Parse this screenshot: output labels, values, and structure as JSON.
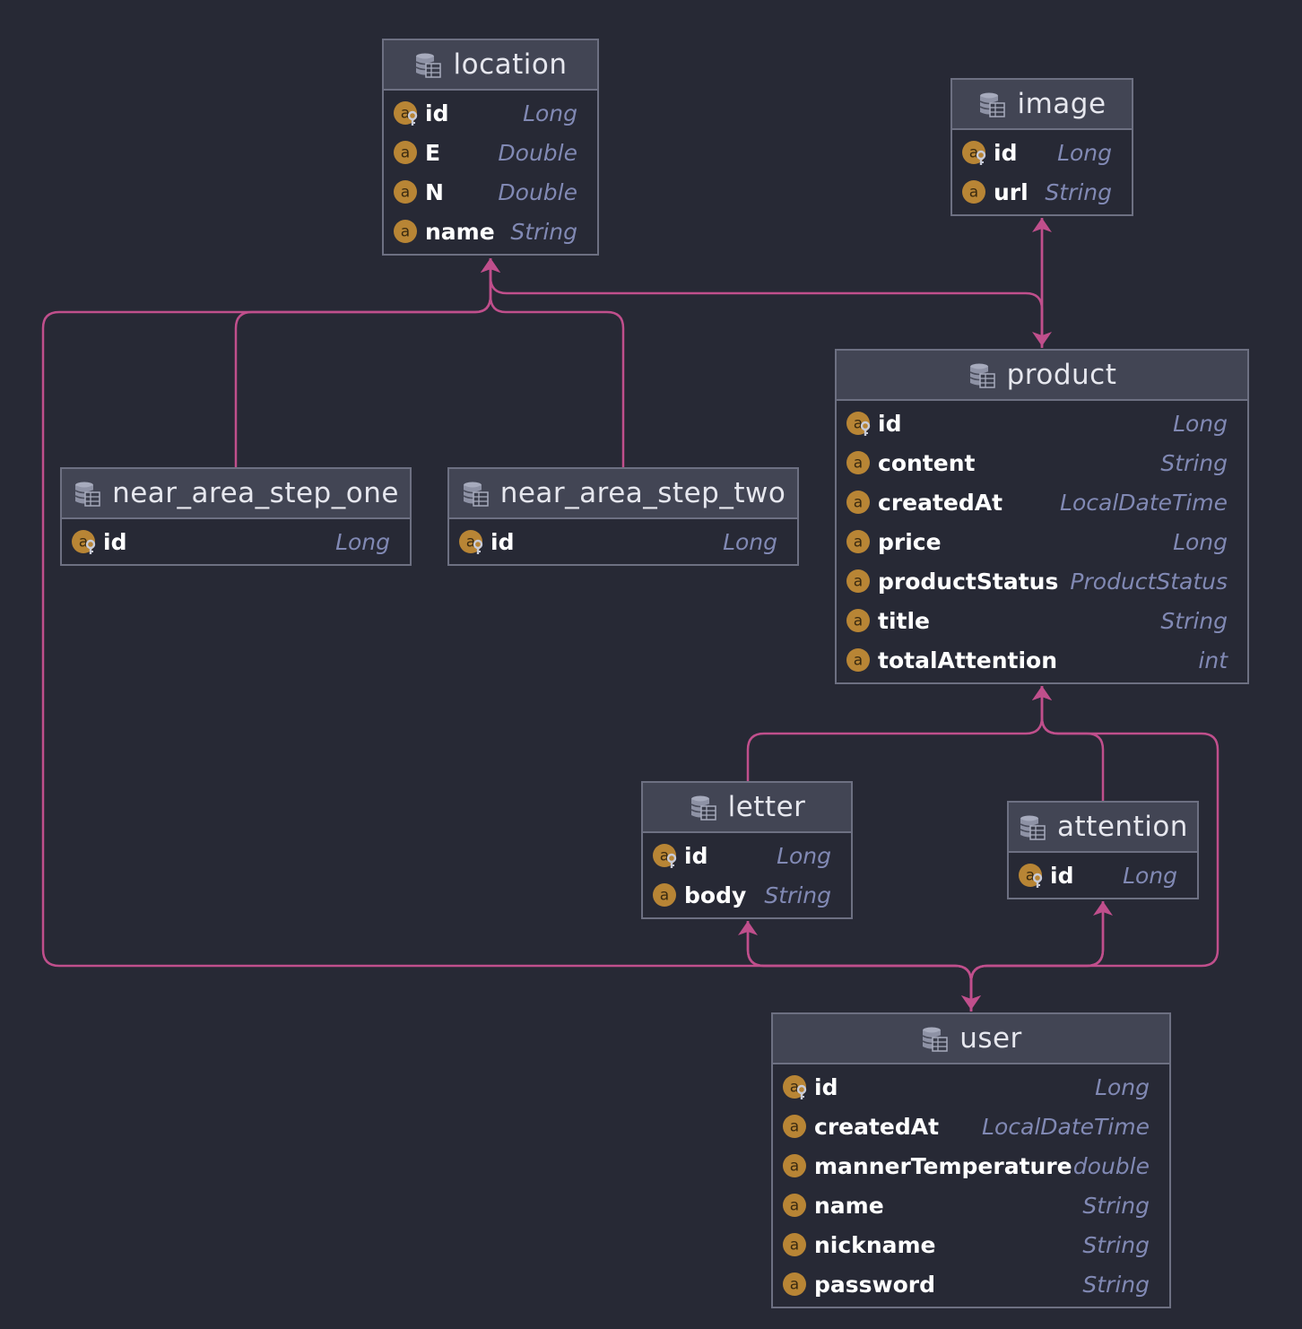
{
  "colors": {
    "background": "#272935",
    "header": "#424554",
    "border": "#6d7082",
    "relation": "#c04f8c",
    "attribute_badge": "#b88535",
    "type_text": "#8189b4",
    "field_text": "#ffffff"
  },
  "icons": {
    "entity": "database-table-icon",
    "attribute": "attribute-icon",
    "primary_key": "primary-key-icon"
  },
  "entities": {
    "location": {
      "title": "location",
      "fields": [
        {
          "name": "id",
          "type": "Long",
          "key": true
        },
        {
          "name": "E",
          "type": "Double",
          "key": false
        },
        {
          "name": "N",
          "type": "Double",
          "key": false
        },
        {
          "name": "name",
          "type": "String",
          "key": false
        }
      ]
    },
    "image": {
      "title": "image",
      "fields": [
        {
          "name": "id",
          "type": "Long",
          "key": true
        },
        {
          "name": "url",
          "type": "String",
          "key": false
        }
      ]
    },
    "product": {
      "title": "product",
      "fields": [
        {
          "name": "id",
          "type": "Long",
          "key": true
        },
        {
          "name": "content",
          "type": "String",
          "key": false
        },
        {
          "name": "createdAt",
          "type": "LocalDateTime",
          "key": false
        },
        {
          "name": "price",
          "type": "Long",
          "key": false
        },
        {
          "name": "productStatus",
          "type": "ProductStatus",
          "key": false
        },
        {
          "name": "title",
          "type": "String",
          "key": false
        },
        {
          "name": "totalAttention",
          "type": "int",
          "key": false
        }
      ]
    },
    "near_area_step_one": {
      "title": "near_area_step_one",
      "fields": [
        {
          "name": "id",
          "type": "Long",
          "key": true
        }
      ]
    },
    "near_area_step_two": {
      "title": "near_area_step_two",
      "fields": [
        {
          "name": "id",
          "type": "Long",
          "key": true
        }
      ]
    },
    "letter": {
      "title": "letter",
      "fields": [
        {
          "name": "id",
          "type": "Long",
          "key": true
        },
        {
          "name": "body",
          "type": "String",
          "key": false
        }
      ]
    },
    "attention": {
      "title": "attention",
      "fields": [
        {
          "name": "id",
          "type": "Long",
          "key": true
        }
      ]
    },
    "user": {
      "title": "user",
      "fields": [
        {
          "name": "id",
          "type": "Long",
          "key": true
        },
        {
          "name": "createdAt",
          "type": "LocalDateTime",
          "key": false
        },
        {
          "name": "mannerTemperature",
          "type": "double",
          "key": false
        },
        {
          "name": "name",
          "type": "String",
          "key": false
        },
        {
          "name": "nickname",
          "type": "String",
          "key": false
        },
        {
          "name": "password",
          "type": "String",
          "key": false
        }
      ]
    }
  },
  "relations": [
    {
      "from": "near_area_step_one",
      "to": "location"
    },
    {
      "from": "near_area_step_two",
      "to": "location"
    },
    {
      "from": "product",
      "to": "location"
    },
    {
      "from": "user",
      "to": "location"
    },
    {
      "from": "product",
      "to": "image"
    },
    {
      "from": "image",
      "to": "product"
    },
    {
      "from": "letter",
      "to": "product"
    },
    {
      "from": "attention",
      "to": "product"
    },
    {
      "from": "user",
      "to": "product"
    },
    {
      "from": "user",
      "to": "letter"
    },
    {
      "from": "user",
      "to": "attention"
    },
    {
      "from": "letter",
      "to": "user"
    },
    {
      "from": "attention",
      "to": "user"
    }
  ]
}
